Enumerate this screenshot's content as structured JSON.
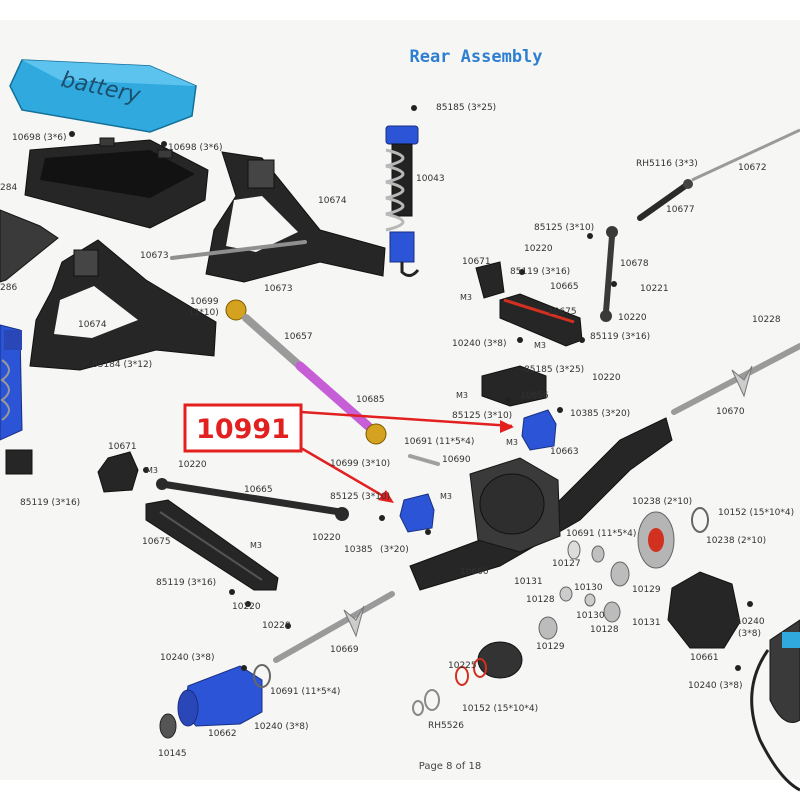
{
  "title": "Rear Assembly",
  "callout": "10991",
  "footer": "Page 8 of 18",
  "battery_label": "battery",
  "part_labels": [
    "85185 (3*25)",
    "10698 (3*6)",
    "10698 (3*6)",
    "10043",
    "RH5116 (3*3)",
    "10672",
    "10677",
    "85125 (3*10)",
    "10674",
    "10220",
    "10671",
    "85119 (3*16)",
    "10678",
    "10673",
    "10673",
    "10665",
    "10221",
    "M3",
    "10675",
    "10699",
    "(3*10)",
    "10220",
    "10674",
    "10657",
    "85119 (3*16)",
    "10228",
    "10240 (3*8)",
    "M3",
    "85184 (3*12)",
    "85185 (3*25)",
    "10220",
    "M3",
    "10656",
    "10685",
    "85125 (3*10)",
    "10385 (3*20)",
    "10670",
    "M3",
    "10663",
    "10671",
    "10691 (11*5*4)",
    "M3",
    "10220",
    "10699 (3*10)",
    "10690",
    "85119 (3*16)",
    "10665",
    "85125 (3*10)",
    "M3",
    "10238 (2*10)",
    "10152 (15*10*4)",
    "10220",
    "10691 (11*5*4)",
    "10238 (2*10)",
    "10675",
    "M3",
    "10385",
    "(3*20)",
    "10127",
    "10660",
    "10131",
    "10130",
    "10129",
    "85119 (3*16)",
    "10128",
    "10220",
    "10130",
    "10228",
    "10128",
    "10131",
    "10240",
    "(3*8)",
    "10129",
    "10669",
    "10240 (3*8)",
    "10225",
    "10661",
    "10691 (11*5*4)",
    "10240 (3*8)",
    "10152 (15*10*4)",
    "RH5526",
    "10662",
    "10240 (3*8)",
    "10145",
    "284",
    "286"
  ]
}
